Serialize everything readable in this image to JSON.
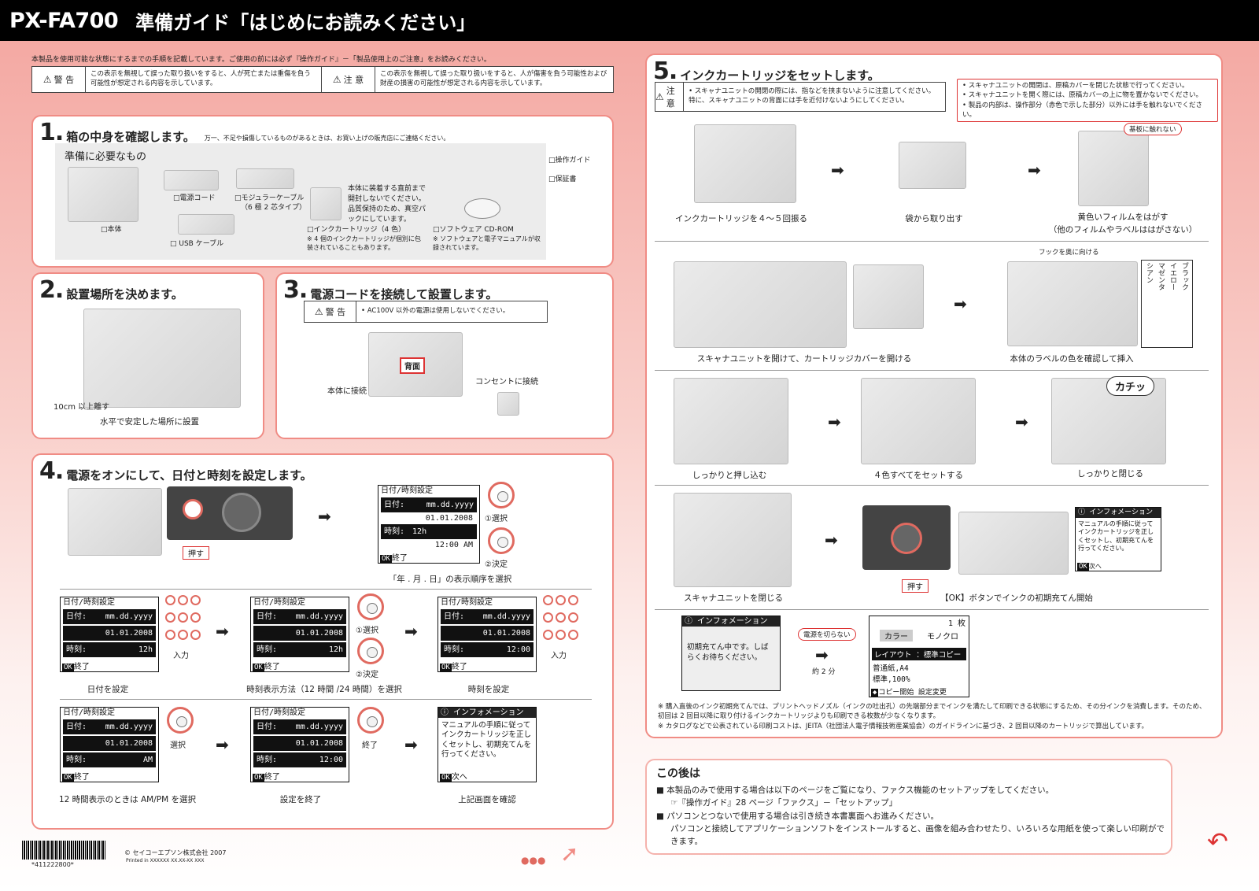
{
  "header": {
    "model": "PX-FA700",
    "title": "準備ガイド「はじめにお読みください」"
  },
  "intro": "本製品を使用可能な状態にするまでの手順を記載しています。ご使用の前には必ず『操作ガイド』－「製品使用上のご注意」をお読みください。",
  "warning": {
    "label": "警 告",
    "text": "この表示を無視して誤った取り扱いをすると、人が死亡または重傷を負う可能性が想定される内容を示しています。"
  },
  "caution": {
    "label": "注 意",
    "text": "この表示を無視して誤った取り扱いをすると、人が傷害を負う可能性および財産の損害の可能性が想定される内容を示しています。"
  },
  "step1": {
    "num": "1.",
    "title": "箱の中身を確認します。",
    "note": "万一、不足や損傷しているものがあるときは、お買い上げの販売店にご連絡ください。",
    "box_title": "準備に必要なもの",
    "items": {
      "body": "□本体",
      "power_cord": "□電源コード",
      "modular": "□モジュラーケーブル",
      "modular_sub": "（6 極 2 芯タイプ）",
      "usb": "□ USB ケーブル",
      "cartridge": "□インクカートリッジ（4 色）",
      "cartridge_note": "※ 4 個のインクカートリッジが個別に包装されていることもあります。",
      "cartridge_warn": "本体に装着する直前まで開封しないでください。品質保持のため、真空パックにしています。",
      "cdrom": "□ソフトウェア CD-ROM",
      "cdrom_note": "※ ソフトウェアと電子マニュアルが収録されています。",
      "guide": "□操作ガイド",
      "warranty": "□保証書"
    }
  },
  "step2": {
    "num": "2.",
    "title": "設置場所を決めます。",
    "dist": "10cm 以上離す",
    "caption": "水平で安定した場所に設置"
  },
  "step3": {
    "num": "3.",
    "title": "電源コードを接続して設置します。",
    "warn_label": "警 告",
    "warn_text": "• AC100V 以外の電源は使用しないでください。",
    "back": "背面",
    "connect_body": "本体に接続",
    "connect_outlet": "コンセントに接続"
  },
  "step4": {
    "num": "4.",
    "title": "電源をオンにして、日付と時刻を設定します。",
    "push": "押す",
    "select1": "①選択",
    "decide2": "②決定",
    "order_caption": "「年 . 月 . 日」の表示順序を選択",
    "lcd_title": "日付/時刻設定",
    "date_lbl": "日付:",
    "time_lbl": "時刻:",
    "date_fmt": "mm.dd.yyyy",
    "date_val": "01.01.2008",
    "h12": "12h",
    "time_val": "12:00",
    "am": "AM",
    "end": "終了",
    "ok": "OK",
    "input": "入力",
    "select": "選択",
    "finish": "終了",
    "cap_date": "日付を設定",
    "cap_hour": "時刻表示方法（12 時間 /24 時間）を選択",
    "cap_time": "時刻を設定",
    "cap_ampm": "12 時間表示のときは AM/PM を選択",
    "cap_end": "設定を終了",
    "cap_confirm": "上記画面を確認",
    "info_title": "インフォメーション",
    "info_text": "マニュアルの手順に従ってインクカートリッジを正しくセットし、初期充てんを行ってください。",
    "next": "次へ"
  },
  "step5": {
    "num": "5.",
    "title": "インクカートリッジをセットします。",
    "caution_label": "注 意",
    "caution_text": "• スキャナユニットの開閉の際には、指などを挟まないように注意してください。特に、スキャナユニットの背面には手を近付けないようにしてください。",
    "notes": [
      "• スキャナユニットの開閉は、原稿カバーを閉じた状態で行ってください。",
      "• スキャナユニットを開く際には、原稿カバーの上に物を置かないでください。",
      "• 製品の内部は、操作部分（赤色で示した部分）以外には手を触れないでください。"
    ],
    "shake": "インクカートリッジを４～５回振る",
    "unpack": "袋から取り出す",
    "film": "黄色いフィルムをはがす",
    "film_sub": "（他のフィルムやラベルははがさない）",
    "no_touch": "基板に触れない",
    "hook": "フックを奥に向ける",
    "open": "スキャナユニットを開けて、カートリッジカバーを開ける",
    "insert": "本体のラベルの色を確認して挿入",
    "colors": [
      "シアン",
      "マゼンタ",
      "イエロー",
      "ブラック"
    ],
    "click": "カチッ",
    "push_in": "しっかりと押し込む",
    "set4": "４色すべてをセットする",
    "close_cover": "しっかりと閉じる",
    "close_unit": "スキャナユニットを閉じる",
    "ok_start": "【OK】ボタンでインクの初期充てん開始",
    "push": "押す",
    "info_title": "インフォメーション",
    "info_text": "マニュアルの手順に従ってインクカートリッジを正しくセットし、初期充てんを行ってください。",
    "next": "次へ",
    "filling": "初期充てん中です。しばらくお待ちください。",
    "no_power_off": "電源を切らない",
    "about": "約 2 分",
    "copy_count": "1 枚",
    "color": "カラー",
    "mono": "モノクロ",
    "layout": "レイアウト ：標準コピー",
    "paper": "普通紙,A4",
    "quality": "標準,100%",
    "copy_start": "コピー開始",
    "settings": "設定変更",
    "foot1": "※ 購入直後のインク初期充てんでは、プリントヘッドノズル（インクの吐出孔）の先端部分までインクを満たして印刷できる状態にするため、その分インクを消費します。そのため、初回は 2 回目以降に取り付けるインクカートリッジよりも印刷できる枚数が少なくなります。",
    "foot2": "※ カタログなどで公表されている印刷コストは、JEITA（社団法人電子情報技術産業協会）のガイドラインに基づき、2 回目以降のカートリッジで算出しています。"
  },
  "after": {
    "title": "この後は",
    "line1": "■ 本製品のみで使用する場合は以下のページをご覧になり、ファクス機能のセットアップをしてください。",
    "line2": "☞『操作ガイド』28 ページ「ファクス」－「セットアップ」",
    "line3": "■ パソコンとつないで使用する場合は引き続き本書裏面へお進みください。",
    "line4": "パソコンと接続してアプリケーションソフトをインストールすると、画像を組み合わせたり、いろいろな用紙を使って楽しい印刷ができます。"
  },
  "footer": {
    "barcode": "*411222800*",
    "copyright": "© セイコーエプソン株式会社 2007",
    "printed": "Printed in XXXXXX XX.XX-XX XXX"
  },
  "colors": {
    "accent": "#f08c85",
    "header": "#000000",
    "red": "#e06a60"
  }
}
